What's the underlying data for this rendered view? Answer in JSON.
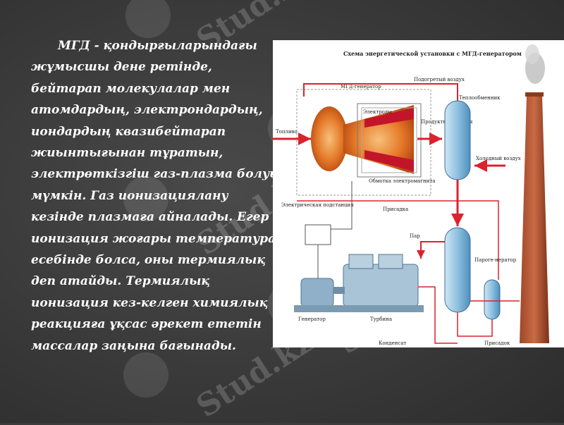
{
  "body_text": "МГД - қондырғыларындағы жұмысшы дене ретінде, бейтарап молекулалар мен атомдардың, электрондардың, иондардың квазибейтарап жиынтығынан тұратын, электрөткізгіш газ-плазма болуы мүмкін. Газ ионизациялану кезінде плазмаға айналады. Егер ионизация жоғары температура есебінде болса, оны термиялық деп атайды. Термиялық ионизация кез-келген химиялық реакцияға ұқсас әрекет ететін массалар заңына бағынады.",
  "watermark": "Stud.kz",
  "diagram": {
    "title": "Схема энергетической установки с МГД-генератором",
    "labels": {
      "mgd_generator": "МГД-генератор",
      "heated_air": "Подогретый воздух",
      "heat_exchanger": "Теплообменник",
      "fuel": "Топливо",
      "electrodes": "Электроды",
      "combustion_products": "Продукты сгорания",
      "cold_air": "Холодный воздух",
      "magnet_winding": "Обмотка электромагнита",
      "substation": "Электрическая подстанция",
      "additive": "Присадка",
      "steam": "Пар",
      "steam_generator": "Пароге-нератор",
      "generator": "Генератор",
      "turbine": "Турбина",
      "condensate": "Конденсат",
      "additive_bottom": "Присадок"
    }
  }
}
